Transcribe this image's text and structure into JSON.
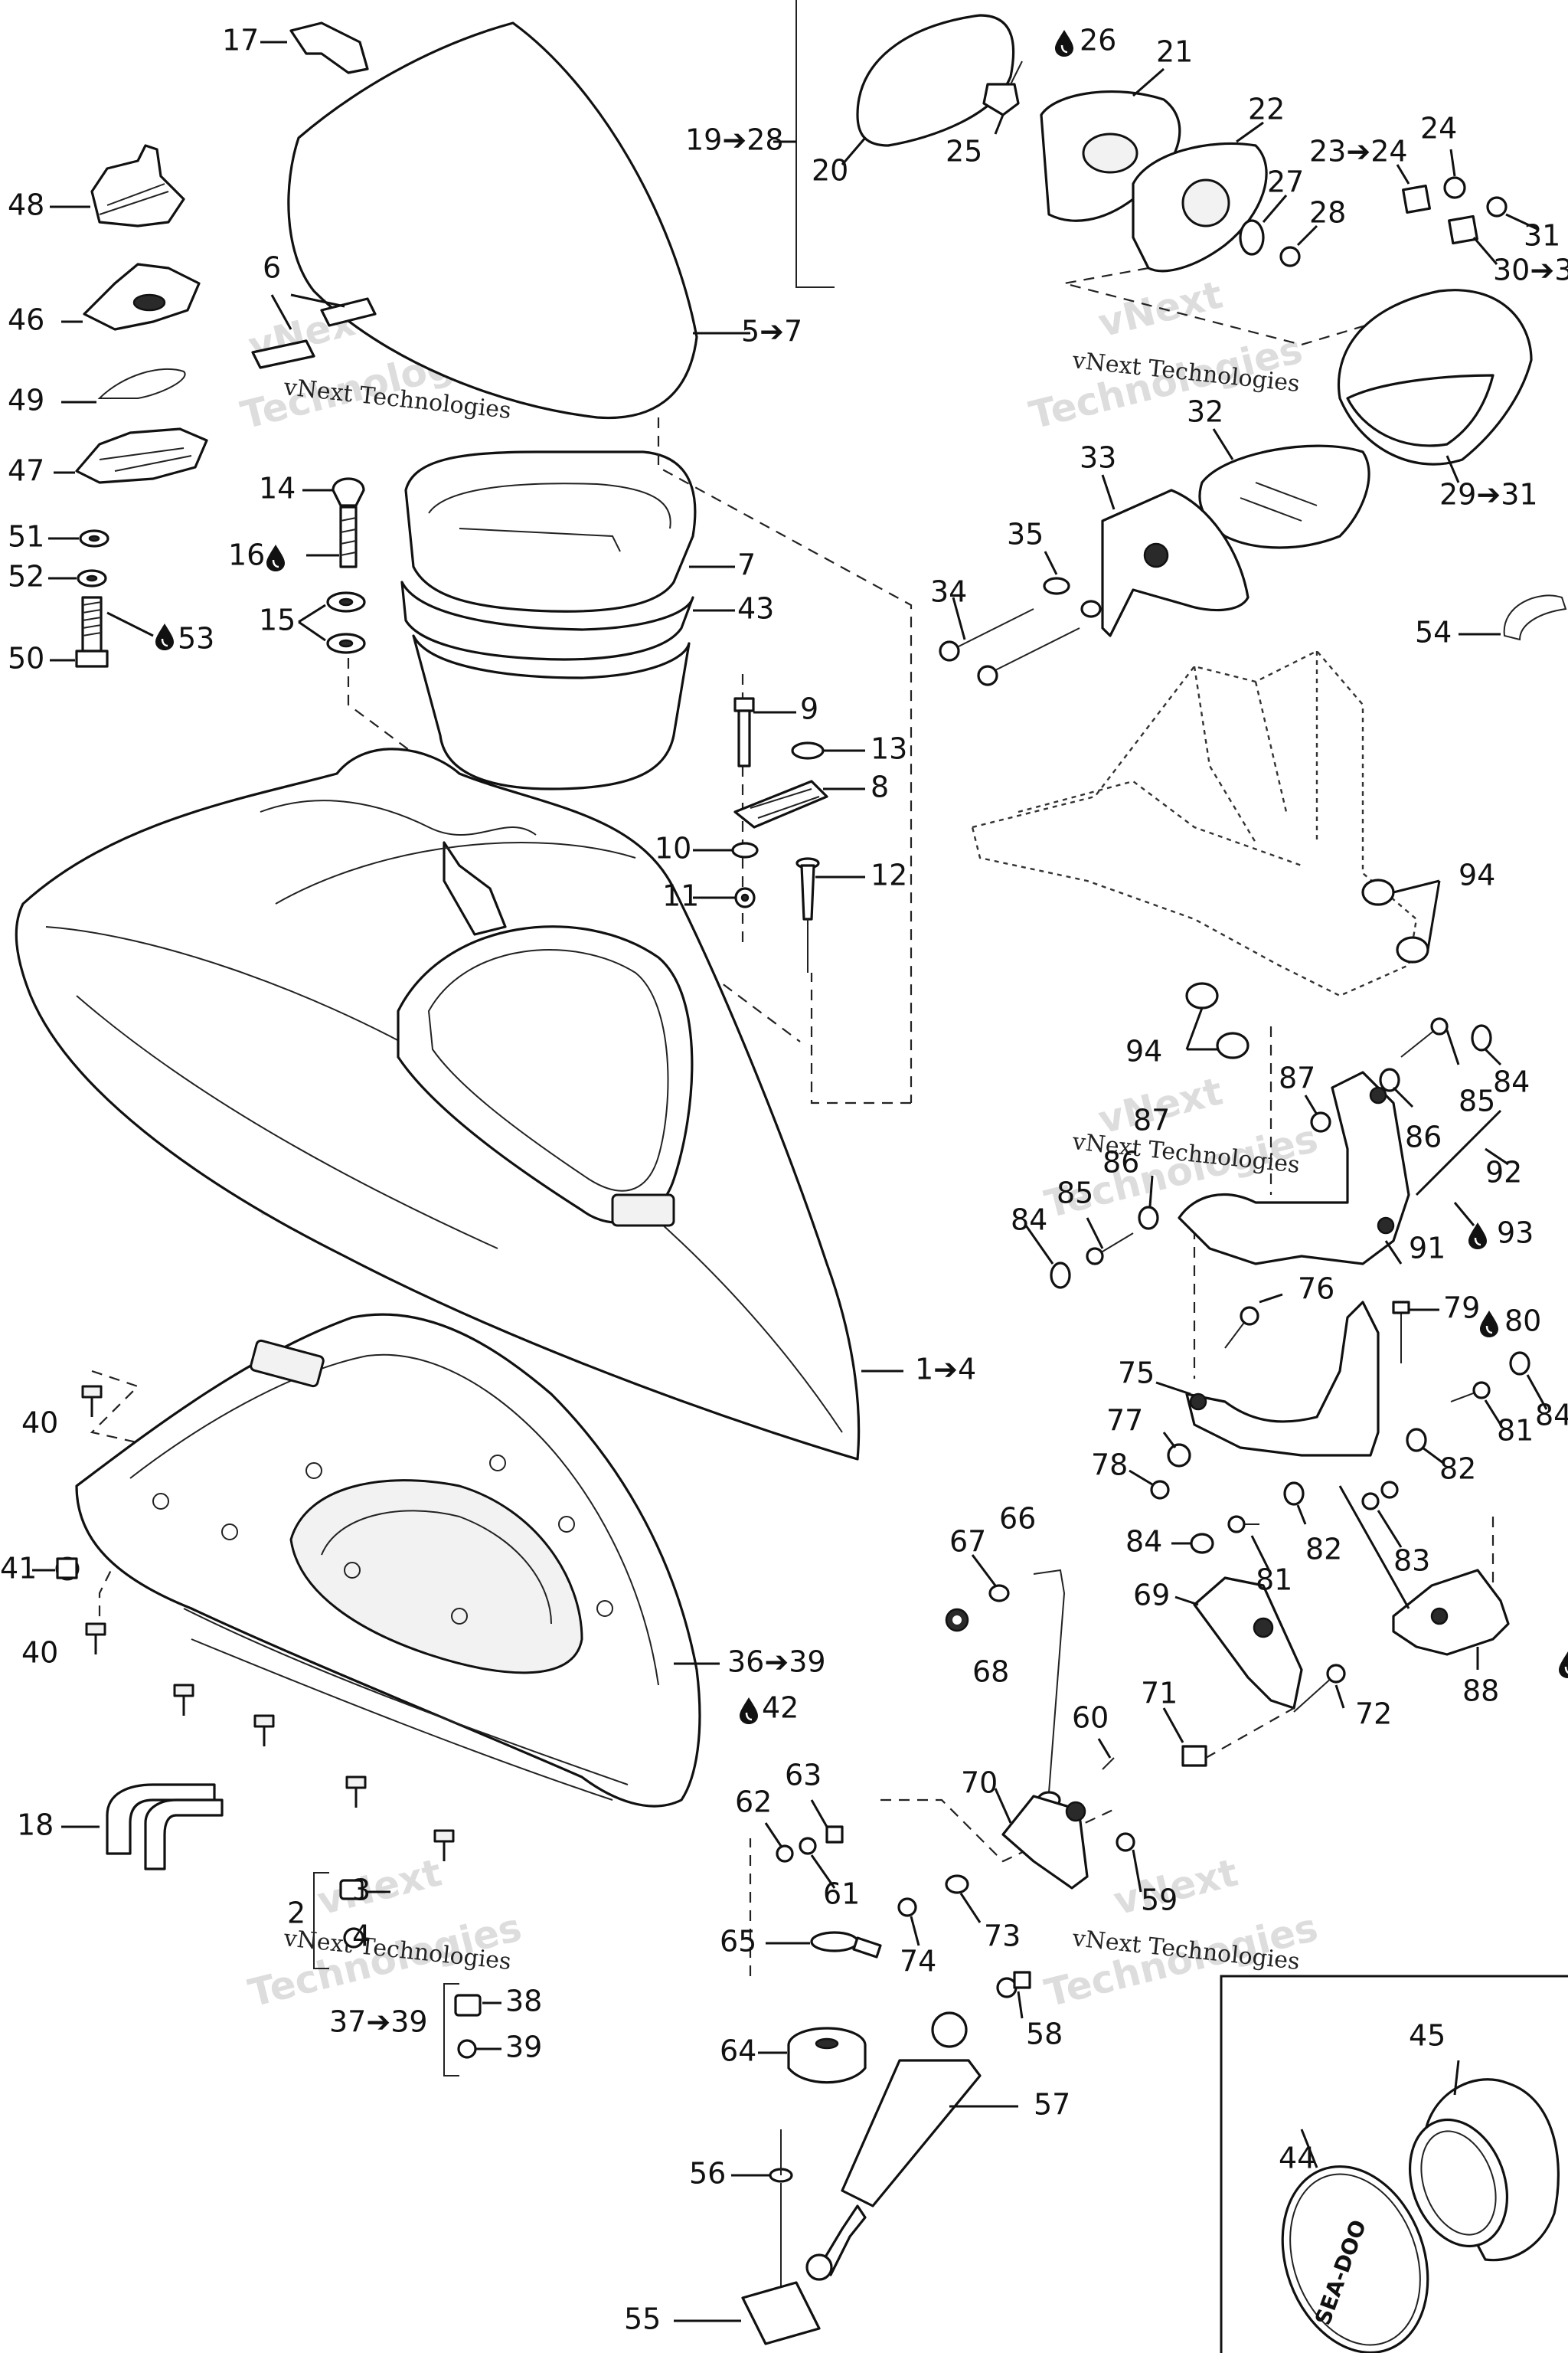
{
  "labels": [
    {
      "id": "17",
      "text": "17"
    },
    {
      "id": "48",
      "text": "48"
    },
    {
      "id": "46",
      "text": "46"
    },
    {
      "id": "49",
      "text": "49"
    },
    {
      "id": "47",
      "text": "47"
    },
    {
      "id": "51",
      "text": "51"
    },
    {
      "id": "52",
      "text": "52"
    },
    {
      "id": "50",
      "text": "50"
    },
    {
      "id": "53",
      "text": "53"
    },
    {
      "id": "6",
      "text": "6"
    },
    {
      "id": "14",
      "text": "14"
    },
    {
      "id": "16",
      "text": "16"
    },
    {
      "id": "15",
      "text": "15"
    },
    {
      "id": "5-7",
      "text": "5➔7"
    },
    {
      "id": "7",
      "text": "7"
    },
    {
      "id": "43",
      "text": "43"
    },
    {
      "id": "19-28",
      "text": "19➔28"
    },
    {
      "id": "20",
      "text": "20"
    },
    {
      "id": "25",
      "text": "25"
    },
    {
      "id": "26",
      "text": "26"
    },
    {
      "id": "21",
      "text": "21"
    },
    {
      "id": "22",
      "text": "22"
    },
    {
      "id": "23-24",
      "text": "23➔24"
    },
    {
      "id": "24",
      "text": "24"
    },
    {
      "id": "27",
      "text": "27"
    },
    {
      "id": "28",
      "text": "28"
    },
    {
      "id": "31",
      "text": "31"
    },
    {
      "id": "30-31",
      "text": "30➔3"
    },
    {
      "id": "32",
      "text": "32"
    },
    {
      "id": "33",
      "text": "33"
    },
    {
      "id": "29-31",
      "text": "29➔31"
    },
    {
      "id": "35",
      "text": "35"
    },
    {
      "id": "34",
      "text": "34"
    },
    {
      "id": "54",
      "text": "54"
    },
    {
      "id": "9",
      "text": "9"
    },
    {
      "id": "13",
      "text": "13"
    },
    {
      "id": "8",
      "text": "8"
    },
    {
      "id": "10",
      "text": "10"
    },
    {
      "id": "12",
      "text": "12"
    },
    {
      "id": "11",
      "text": "11"
    },
    {
      "id": "94a",
      "text": "94"
    },
    {
      "id": "94b",
      "text": "94"
    },
    {
      "id": "87",
      "text": "87"
    },
    {
      "id": "85",
      "text": "85"
    },
    {
      "id": "84",
      "text": "84"
    },
    {
      "id": "86",
      "text": "86"
    },
    {
      "id": "87b",
      "text": "87"
    },
    {
      "id": "86b",
      "text": "86"
    },
    {
      "id": "85b",
      "text": "85"
    },
    {
      "id": "84b",
      "text": "84"
    },
    {
      "id": "92",
      "text": "92"
    },
    {
      "id": "91",
      "text": "91"
    },
    {
      "id": "93",
      "text": "93"
    },
    {
      "id": "1-4",
      "text": "1➔4"
    },
    {
      "id": "76",
      "text": "76"
    },
    {
      "id": "79",
      "text": "79"
    },
    {
      "id": "80",
      "text": "80"
    },
    {
      "id": "75",
      "text": "75"
    },
    {
      "id": "77",
      "text": "77"
    },
    {
      "id": "78",
      "text": "78"
    },
    {
      "id": "81",
      "text": "81"
    },
    {
      "id": "84c",
      "text": "84"
    },
    {
      "id": "82",
      "text": "82"
    },
    {
      "id": "84d",
      "text": "84"
    },
    {
      "id": "81b",
      "text": "81"
    },
    {
      "id": "82b",
      "text": "82"
    },
    {
      "id": "83",
      "text": "83"
    },
    {
      "id": "40",
      "text": "40"
    },
    {
      "id": "41",
      "text": "41"
    },
    {
      "id": "40b",
      "text": "40"
    },
    {
      "id": "36-39",
      "text": "36➔39"
    },
    {
      "id": "42",
      "text": "42"
    },
    {
      "id": "18",
      "text": "18"
    },
    {
      "id": "67",
      "text": "67"
    },
    {
      "id": "66",
      "text": "66"
    },
    {
      "id": "68",
      "text": "68"
    },
    {
      "id": "69",
      "text": "69"
    },
    {
      "id": "88",
      "text": "88"
    },
    {
      "id": "71",
      "text": "71"
    },
    {
      "id": "72",
      "text": "72"
    },
    {
      "id": "60",
      "text": "60"
    },
    {
      "id": "63",
      "text": "63"
    },
    {
      "id": "70",
      "text": "70"
    },
    {
      "id": "62",
      "text": "62"
    },
    {
      "id": "61",
      "text": "61"
    },
    {
      "id": "59",
      "text": "59"
    },
    {
      "id": "2",
      "text": "2"
    },
    {
      "id": "3",
      "text": "3"
    },
    {
      "id": "4",
      "text": "4"
    },
    {
      "id": "73",
      "text": "73"
    },
    {
      "id": "74",
      "text": "74"
    },
    {
      "id": "65",
      "text": "65"
    },
    {
      "id": "38",
      "text": "38"
    },
    {
      "id": "37-39",
      "text": "37➔39"
    },
    {
      "id": "39",
      "text": "39"
    },
    {
      "id": "58",
      "text": "58"
    },
    {
      "id": "64",
      "text": "64"
    },
    {
      "id": "57",
      "text": "57"
    },
    {
      "id": "56",
      "text": "56"
    },
    {
      "id": "55",
      "text": "55"
    },
    {
      "id": "45",
      "text": "45"
    },
    {
      "id": "44",
      "text": "44"
    }
  ],
  "watermark": {
    "line1": "vNext Technologies",
    "line2": "vNext",
    "line3": "Technologies"
  },
  "cap_logo": "SEA-DOO",
  "colors": {
    "ink": "#111111",
    "watermark": "#cfcfcf",
    "background": "#ffffff"
  }
}
